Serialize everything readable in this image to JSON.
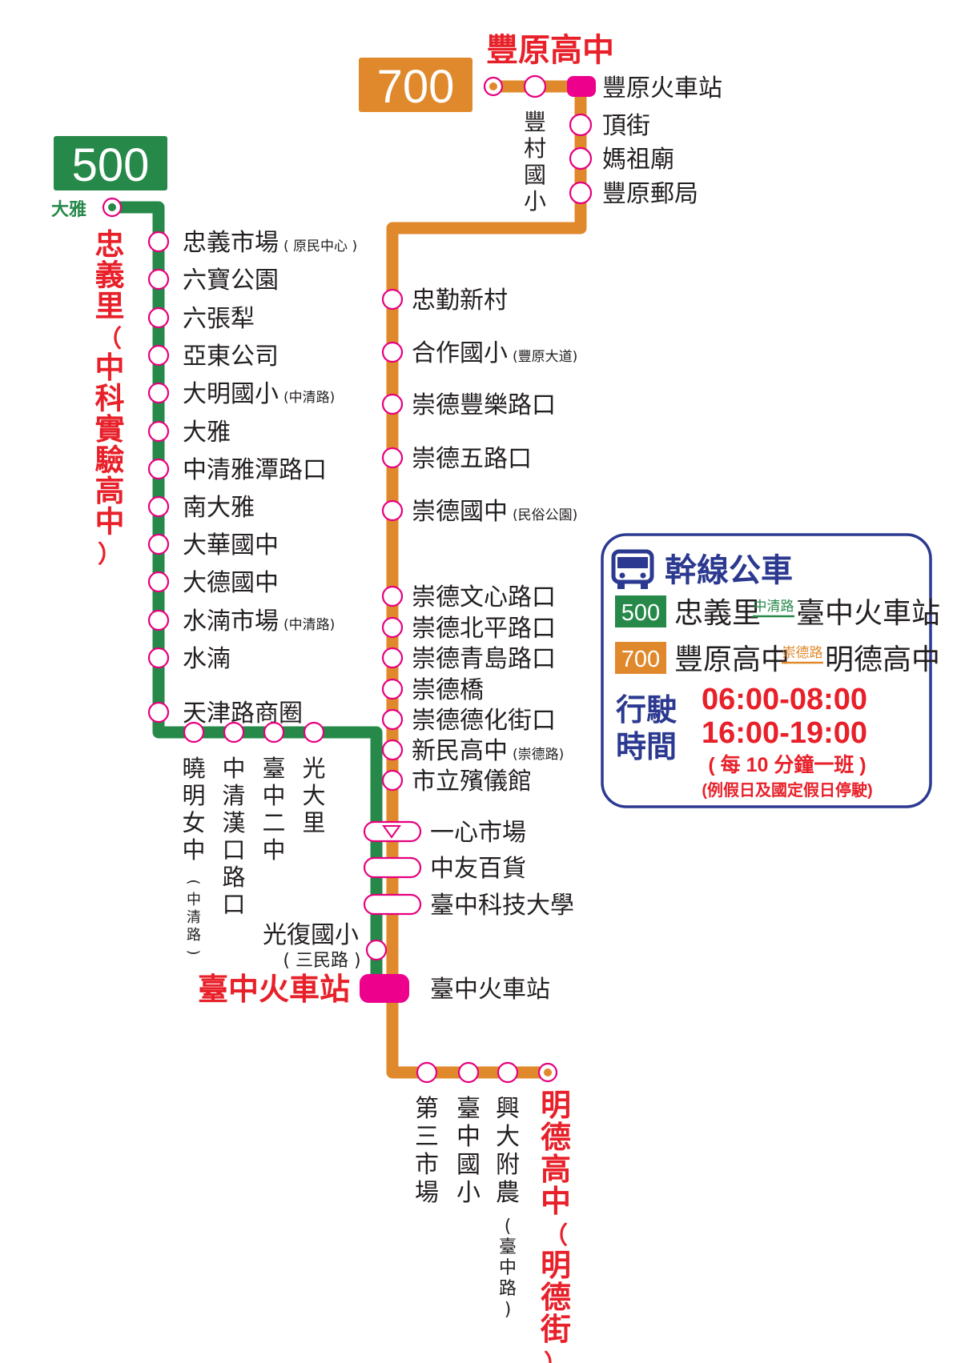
{
  "colors": {
    "route500": "#26894a",
    "route700": "#e0892c",
    "stop_ring": "#e6007e",
    "hub": "#ec008c",
    "terminal_text": "#e8202a",
    "legend_border": "#2b3990"
  },
  "route500": {
    "number": "500",
    "origin_short": "大雅",
    "origin_terminal": "忠義里（中科實驗高中）",
    "stops": [
      {
        "name": "忠義市場",
        "note": "( 原民中心 )"
      },
      {
        "name": "六寶公園",
        "note": ""
      },
      {
        "name": "六張犁",
        "note": ""
      },
      {
        "name": "亞東公司",
        "note": ""
      },
      {
        "name": "大明國小",
        "note": "(中清路)"
      },
      {
        "name": "大雅",
        "note": ""
      },
      {
        "name": "中清雅潭路口",
        "note": ""
      },
      {
        "name": "南大雅",
        "note": ""
      },
      {
        "name": "大華國中",
        "note": ""
      },
      {
        "name": "大德國中",
        "note": ""
      },
      {
        "name": "水湳市場",
        "note": "(中清路)"
      },
      {
        "name": "水湳",
        "note": ""
      },
      {
        "name": "天津路商圈",
        "note": ""
      }
    ],
    "horizontal_stops": [
      {
        "name": "曉明女中",
        "note": "(中清路)"
      },
      {
        "name": "中清漢口路口",
        "note": ""
      },
      {
        "name": "臺中二中",
        "note": ""
      },
      {
        "name": "光大里",
        "note": ""
      }
    ],
    "pre_terminal_stop": {
      "name": "光復國小",
      "note": "( 三民路 )"
    },
    "terminal": "臺中火車站"
  },
  "route700": {
    "number": "700",
    "origin_terminal": "豐原高中",
    "top_stops": [
      {
        "name": "豐村國小"
      }
    ],
    "hub_station": "豐原火車站",
    "upper_stops": [
      {
        "name": "頂街"
      },
      {
        "name": "媽祖廟"
      },
      {
        "name": "豐原郵局"
      }
    ],
    "stops": [
      {
        "name": "忠勤新村",
        "note": ""
      },
      {
        "name": "合作國小",
        "note": "(豐原大道)"
      },
      {
        "name": "崇德豐樂路口",
        "note": ""
      },
      {
        "name": "崇德五路口",
        "note": ""
      },
      {
        "name": "崇德國中",
        "note": "(民俗公園)"
      },
      {
        "name": "崇德文心路口",
        "note": ""
      },
      {
        "name": "崇德北平路口",
        "note": ""
      },
      {
        "name": "崇德青島路口",
        "note": ""
      },
      {
        "name": "崇德橋",
        "note": ""
      },
      {
        "name": "崇德德化街口",
        "note": ""
      },
      {
        "name": "新民高中",
        "note": "(崇德路)"
      },
      {
        "name": "市立殯儀館",
        "note": ""
      }
    ],
    "shared_stops": [
      {
        "name": "一心市場"
      },
      {
        "name": "中友百貨"
      },
      {
        "name": "臺中科技大學"
      }
    ],
    "hub_label": "臺中火車站",
    "bottom_stops": [
      {
        "name": "第三市場",
        "note": ""
      },
      {
        "name": "臺中國小",
        "note": ""
      },
      {
        "name": "興大附農",
        "note": "(臺中路)"
      }
    ],
    "destination_terminal": "明德高中（明德街）"
  },
  "legend": {
    "title": "幹線公車",
    "icon": "bus-icon",
    "routes": [
      {
        "number": "500",
        "from": "忠義里",
        "via": "中清路",
        "to": "臺中火車站"
      },
      {
        "number": "700",
        "from": "豐原高中",
        "via": "崇德路",
        "to": "明德高中"
      }
    ],
    "service_label_1": "行駛",
    "service_label_2": "時間",
    "times": [
      "06:00-08:00",
      "16:00-19:00"
    ],
    "frequency": "( 每 10 分鐘一班 )",
    "holiday_note": "(例假日及國定假日停駛)"
  }
}
